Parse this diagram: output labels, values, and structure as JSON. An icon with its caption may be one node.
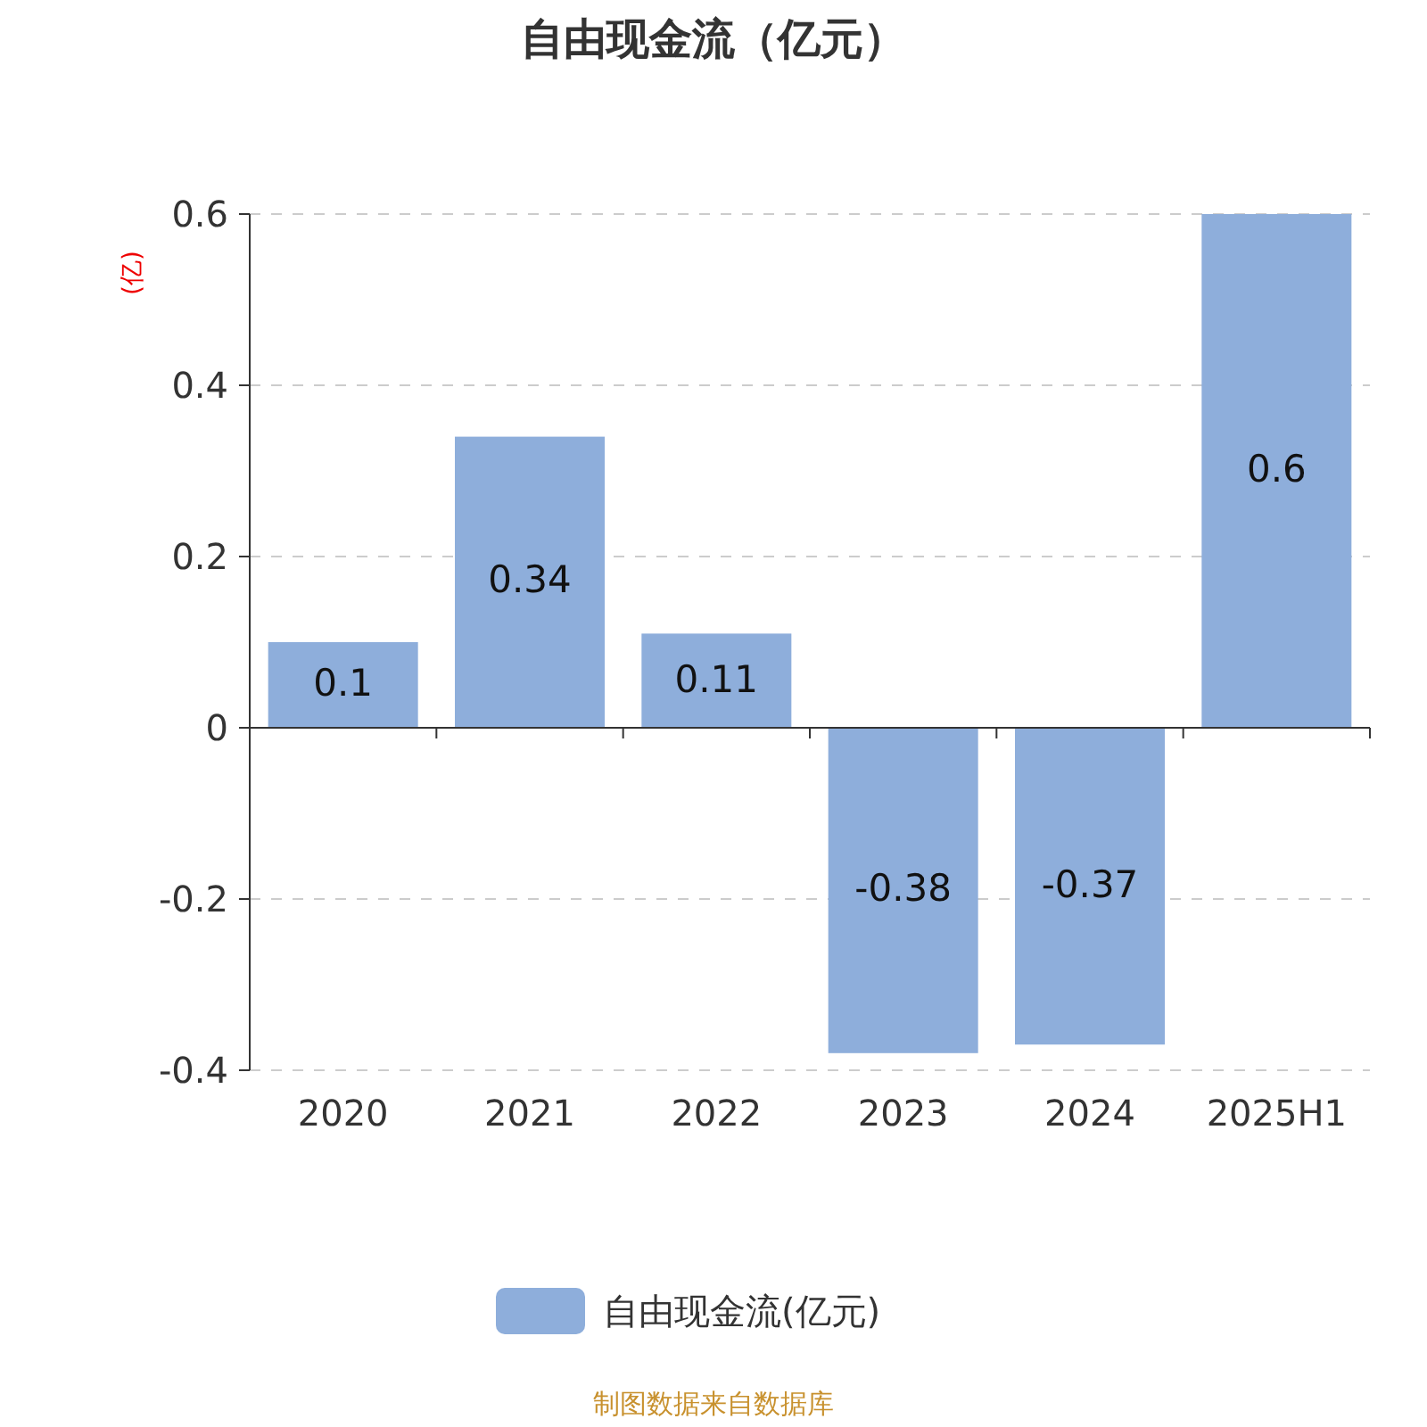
{
  "diagram": {
    "title": "自由现金流（亿元）",
    "chart_data": {
      "type": "bar",
      "ylabel": "(亿)",
      "categories": [
        "2020",
        "2021",
        "2022",
        "2023",
        "2024",
        "2025H1"
      ],
      "series": [
        {
          "name": "自由现金流(亿元)",
          "color": "#8eaedb",
          "values": [
            0.1,
            0.34,
            0.11,
            -0.38,
            -0.37,
            0.6
          ]
        }
      ],
      "ylim": [
        -0.4,
        0.6
      ],
      "yticks": [
        -0.4,
        -0.2,
        0,
        0.2,
        0.4,
        0.6
      ],
      "data_labels": true,
      "grid": true
    },
    "labels": [
      "制图数据来自数据库"
    ]
  }
}
